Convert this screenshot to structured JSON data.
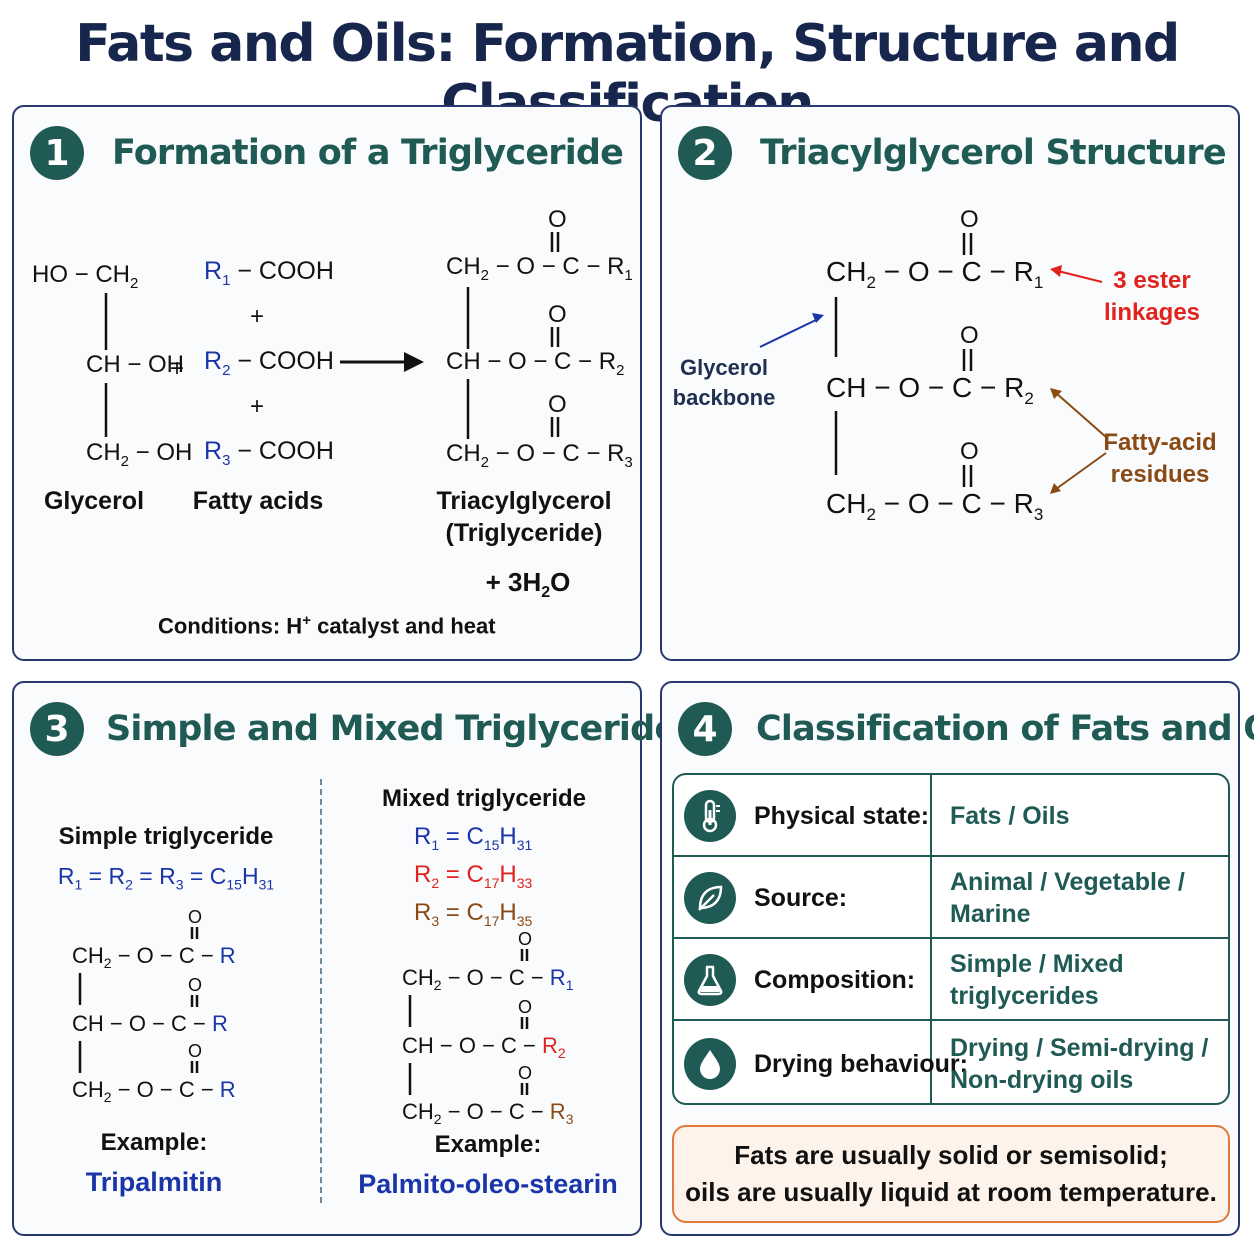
{
  "title": "Fats and Oils: Formation, Structure and Classification",
  "colors": {
    "teal": "#1f5a55",
    "navy": "#17264d",
    "blue": "#1a35a8",
    "red": "#e0231c",
    "brown": "#8a4a14",
    "orange_border": "#e07a3c"
  },
  "panel1": {
    "number": "1",
    "title": "Formation of a Triglyceride",
    "glycerol_rows": [
      "HO",
      "CH",
      "OH",
      "CH",
      "OH"
    ],
    "fatty_acids": [
      "R",
      "R",
      "R"
    ],
    "fatty_acid_subs": [
      "1",
      "2",
      "3"
    ],
    "cooh": "COOH",
    "plus": "+",
    "glycerol_label": "Glycerol",
    "fatty_label": "Fatty acids",
    "product_label_1": "Triacylglycerol",
    "product_label_2": "(Triglyceride)",
    "water": "+ 3H",
    "water_sub": "2",
    "water_end": "O",
    "conditions_pre": "Conditions: H",
    "conditions_sup": "+",
    "conditions_post": " catalyst and heat"
  },
  "panel2": {
    "number": "2",
    "title": "Triacylglycerol Structure",
    "glycerol_callout_1": "Glycerol",
    "glycerol_callout_2": "backbone",
    "ester_callout_1": "3 ester",
    "ester_callout_2": "linkages",
    "residue_callout_1": "Fatty-acid",
    "residue_callout_2": "residues"
  },
  "panel3": {
    "number": "3",
    "title": "Simple and Mixed Triglycerides",
    "simple_heading": "Simple triglyceride",
    "simple_formula": "R1 = R2 = R3 = C15H31",
    "simple_example_label": "Example:",
    "simple_example": "Tripalmitin",
    "mixed_heading": "Mixed triglyceride",
    "mixed_r1": "R1 = C15H31",
    "mixed_r2": "R2 = C17H33",
    "mixed_r3": "R3 = C17H35",
    "mixed_example_label": "Example:",
    "mixed_example": "Palmito-oleo-stearin"
  },
  "panel4": {
    "number": "4",
    "title": "Classification of Fats and Oils",
    "rows": [
      {
        "icon": "thermometer-icon",
        "key": "Physical state:",
        "value": "Fats / Oils"
      },
      {
        "icon": "leaf-icon",
        "key": "Source:",
        "value": "Animal / Vegetable / Marine"
      },
      {
        "icon": "flask-icon",
        "key": "Composition:",
        "value": "Simple / Mixed triglycerides"
      },
      {
        "icon": "drop-icon",
        "key": "Drying behaviour:",
        "value_line1": "Drying / Semi-drying /",
        "value_line2": "Non-drying oils"
      }
    ],
    "note_line1": "Fats are usually solid or semisolid;",
    "note_line2": "oils are usually liquid at room temperature."
  }
}
